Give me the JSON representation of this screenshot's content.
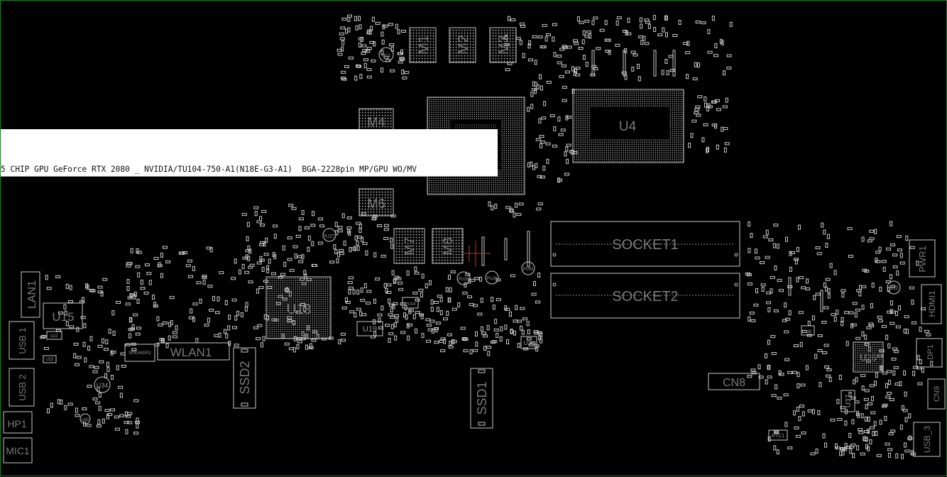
{
  "viewer": {
    "background": "#000000",
    "outline_color": "#c8c8c8",
    "label_color": "#7a7a7a",
    "frame_color": "#2a7a2a",
    "probe_color": "#c0392b"
  },
  "components": {
    "M1": "M1",
    "M2": "M2",
    "M3": "M3",
    "M4": "M4",
    "M6": "M6",
    "M7": "M7",
    "M8": "M8",
    "U4": "U4",
    "U13": "U13",
    "U15": "U15",
    "U19": "U19",
    "U24": "U24",
    "U26": "U26",
    "U34": "U34",
    "U37": "U37",
    "SOCKET1": "SOCKET1",
    "SOCKET2": "SOCKET2",
    "SSD1": "SSD1",
    "SSD2": "SSD2",
    "WLAN1": "WLAN1",
    "LAN1": "LAN1",
    "USB1": "USB 1",
    "USB2": "USB 2",
    "USB3": "USB_3",
    "HP1": "HP1",
    "MIC1": "MIC1",
    "CN8": "CN8",
    "CN9": "CN9",
    "PWR1": "PWR1",
    "HDMI1": "HDMI1",
    "DP1": "DP1",
    "SPEAKER1": "SPEAKER1",
    "RTC1": "RTC1",
    "PU27": "PU27",
    "PU14": "PU14",
    "PU28": "PU28",
    "PU26": "PU26",
    "PU43": "PU43",
    "U22": "U22",
    "U23": "U23",
    "U36": "U36",
    "U42": "U42",
    "U12": "U12",
    "PC1": "PC1"
  },
  "tooltip": {
    "text": "5 CHIP GPU GeForce RTX 2080 _ NVIDIA/TU104-750-A1(N18E-G3-A1)  BGA-2228pin MP/GPU WO/MV"
  }
}
